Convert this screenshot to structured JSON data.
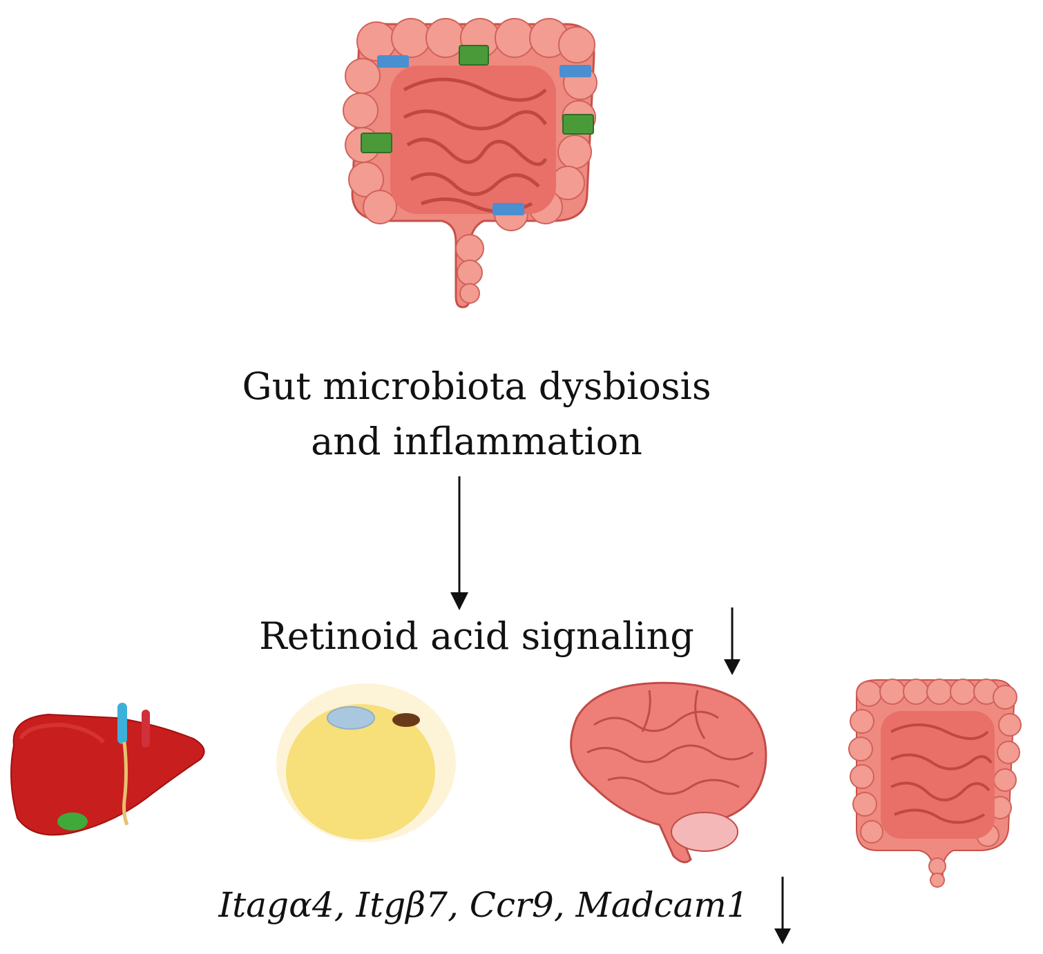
{
  "labels": {
    "gut_line1": "Gut microbiota dysbiosis",
    "gut_line2": "and inflammation",
    "retinoid": "Retinoid acid signaling",
    "genes": "Itagα4, Itgβ7, Ccr9, Madcam1"
  },
  "icons": [
    "intestine-icon",
    "liver-icon",
    "adipocyte-icon",
    "brain-icon",
    "intestine-small-icon"
  ],
  "colors": {
    "intestine": "#e8736a",
    "intestine_dark": "#c8504a",
    "bacteria_green": "#4a9a3a",
    "bacteria_blue": "#4a8fd0",
    "liver": "#c82020",
    "adipocyte": "#f8e080",
    "brain": "#ec7d78",
    "arrow": "#111111"
  }
}
